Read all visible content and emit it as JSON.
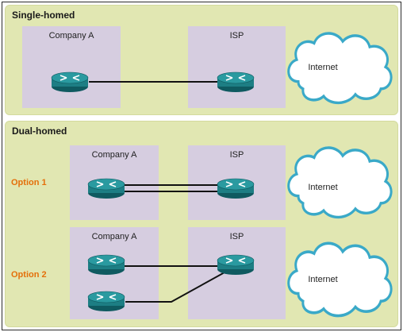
{
  "sections": {
    "single": {
      "title": "Single-homed"
    },
    "dual": {
      "title": "Dual-homed"
    }
  },
  "labels": {
    "company_a": "Company A",
    "isp": "ISP",
    "internet": "Internet",
    "option1": "Option 1",
    "option2": "Option 2"
  },
  "colors": {
    "panel_bg": "#e1e7b2",
    "box_bg": "#d6cde0",
    "router": "#1d7e84",
    "option_text": "#e46f0a",
    "cloud_stroke": "#3aa9c8"
  },
  "icons": [
    "router-icon",
    "cloud-icon"
  ]
}
